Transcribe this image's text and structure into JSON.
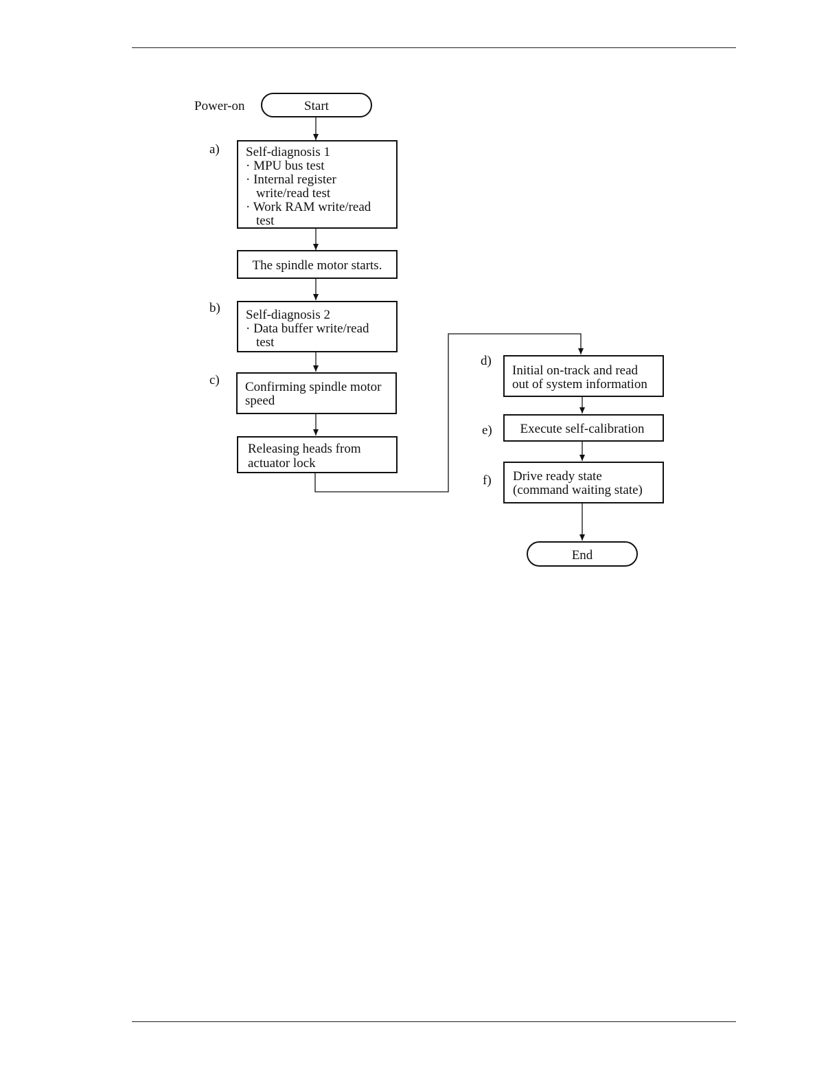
{
  "flowchart": {
    "power_on_label": "Power-on",
    "start_label": "Start",
    "end_label": "End",
    "steps": {
      "a": {
        "marker": "a)",
        "lines": [
          "Self-diagnosis 1",
          "· MPU bus test",
          "· Internal register",
          "write/read test",
          "· Work RAM write/read",
          "test"
        ]
      },
      "spindle_start": {
        "lines": [
          "The spindle motor starts."
        ]
      },
      "b": {
        "marker": "b)",
        "lines": [
          "Self-diagnosis 2",
          "· Data buffer write/read",
          "test"
        ]
      },
      "c": {
        "marker": "c)",
        "lines": [
          "Confirming spindle motor",
          "speed"
        ]
      },
      "release": {
        "lines": [
          "Releasing heads from",
          "actuator lock"
        ]
      },
      "d": {
        "marker": "d)",
        "lines": [
          "Initial on-track and read",
          "out of system information"
        ]
      },
      "e": {
        "marker": "e)",
        "lines": [
          "Execute self-calibration"
        ]
      },
      "f": {
        "marker": "f)",
        "lines": [
          "Drive ready state",
          "(command waiting state)"
        ]
      }
    }
  }
}
